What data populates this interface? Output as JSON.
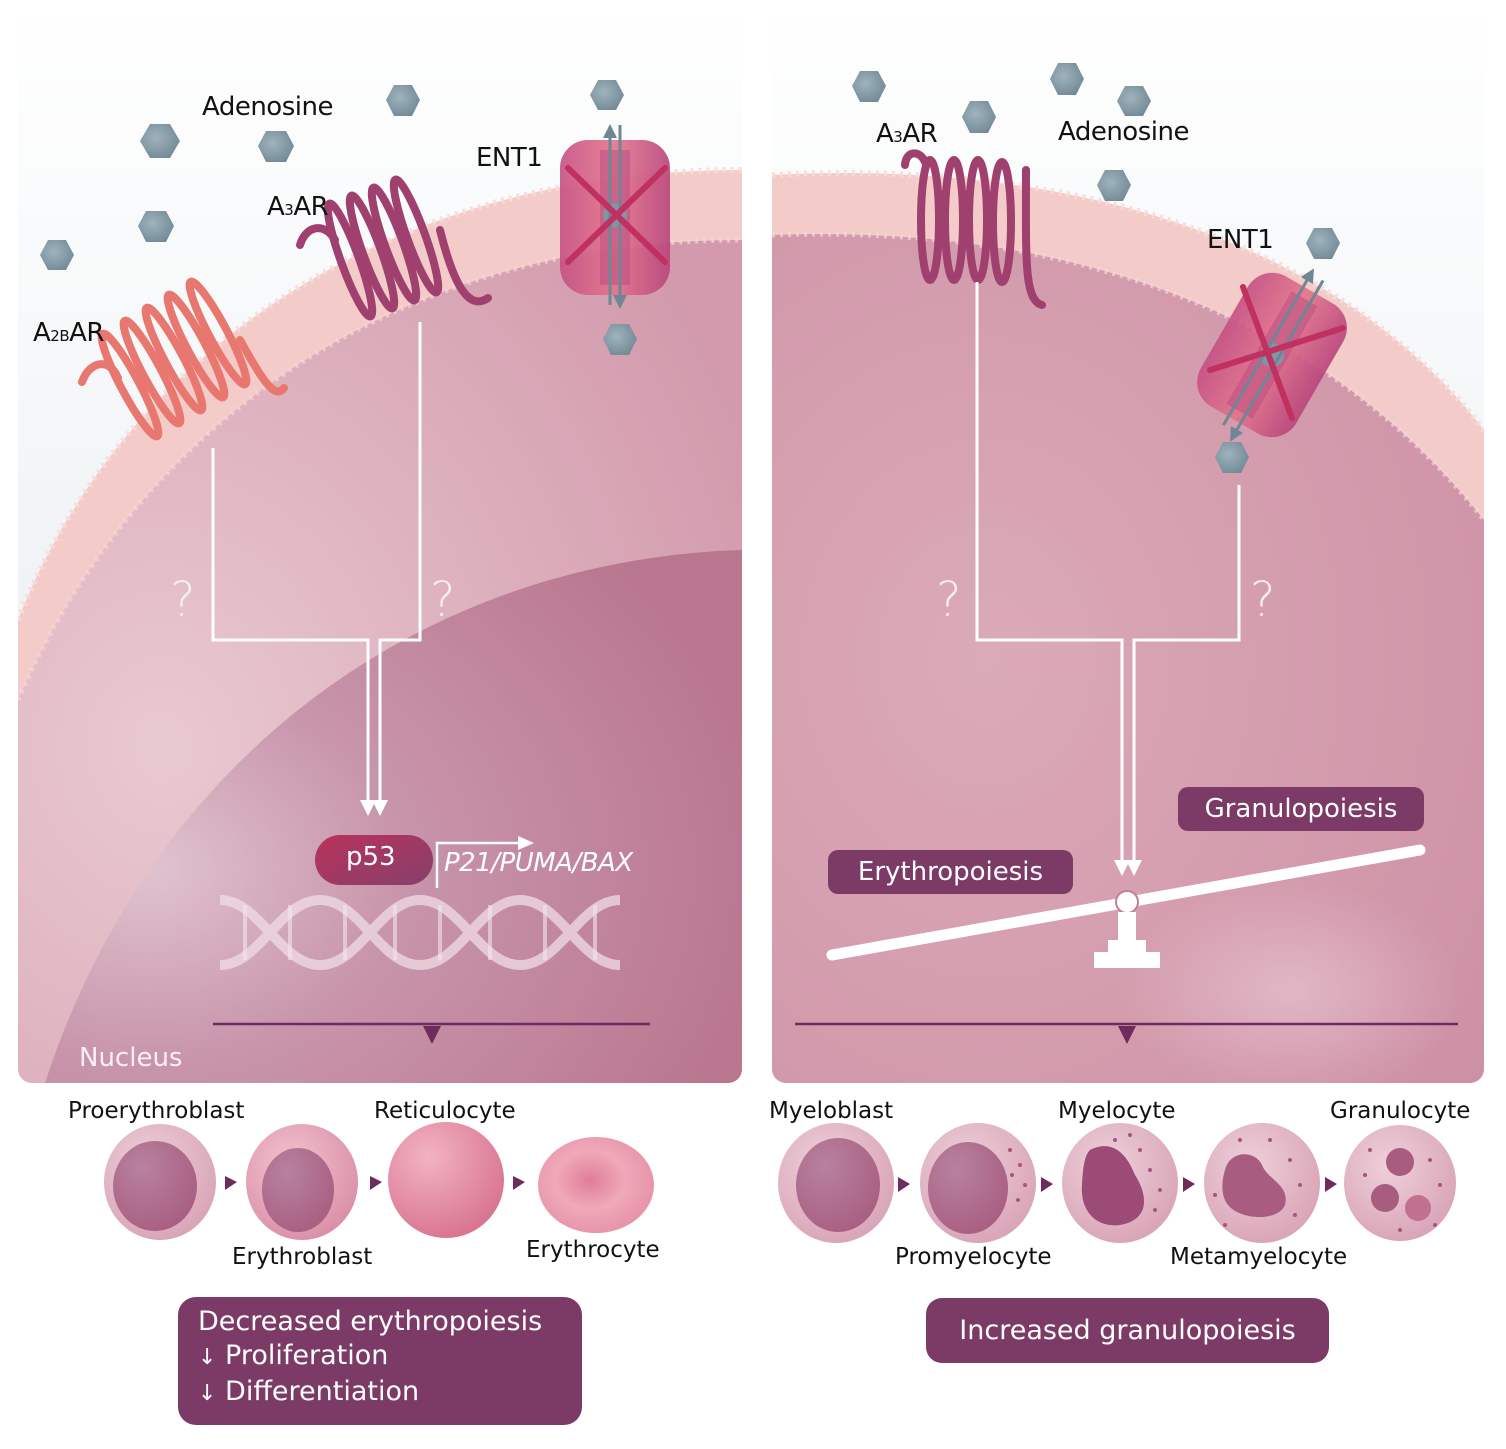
{
  "colors": {
    "panel_cytoplasm": "#d9a7b6",
    "nucleus": "#c07e9a",
    "membrane": "#f3cdc9",
    "extracellular": "#f4f6f8",
    "adenosine": "#7f97a3",
    "a2bar": "#e8786f",
    "a3ar": "#a0406e",
    "ent1": "#c8507e",
    "x_mark": "#c03060",
    "pill": "#7c3a66",
    "p53": "#b03458"
  },
  "left_panel": {
    "adenosine_label": "Adenosine",
    "a2bar_label": {
      "main": "A",
      "sub": "2B",
      "suffix": "AR"
    },
    "a3ar_label": {
      "main": "A",
      "sub": "3",
      "suffix": "AR"
    },
    "ent1_label": "ENT1",
    "question_marks": [
      "?",
      "?"
    ],
    "p53_label": "p53",
    "target_genes": "P21/PUMA/BAX",
    "nucleus_label": "Nucleus",
    "cells": [
      {
        "name": "Proerythroblast",
        "label_pos": "top"
      },
      {
        "name": "Erythroblast",
        "label_pos": "bottom"
      },
      {
        "name": "Reticulocyte",
        "label_pos": "top"
      },
      {
        "name": "Erythrocyte",
        "label_pos": "bottom"
      }
    ],
    "outcome": {
      "title": "Decreased erythropoiesis",
      "items": [
        {
          "arrow": "down",
          "text": "Proliferation"
        },
        {
          "arrow": "down",
          "text": "Differentiation"
        }
      ]
    }
  },
  "right_panel": {
    "adenosine_label": "Adenosine",
    "a3ar_label": {
      "main": "A",
      "sub": "3",
      "suffix": "AR"
    },
    "ent1_label": "ENT1",
    "question_marks": [
      "?",
      "?"
    ],
    "balance": {
      "low_side": "Erythropoiesis",
      "high_side": "Granulopoiesis"
    },
    "cells": [
      {
        "name": "Myeloblast",
        "label_pos": "top"
      },
      {
        "name": "Promyelocyte",
        "label_pos": "bottom"
      },
      {
        "name": "Myelocyte",
        "label_pos": "top"
      },
      {
        "name": "Metamyelocyte",
        "label_pos": "bottom"
      },
      {
        "name": "Granulocyte",
        "label_pos": "top"
      }
    ],
    "outcome": {
      "title": "Increased granulopoiesis"
    }
  }
}
